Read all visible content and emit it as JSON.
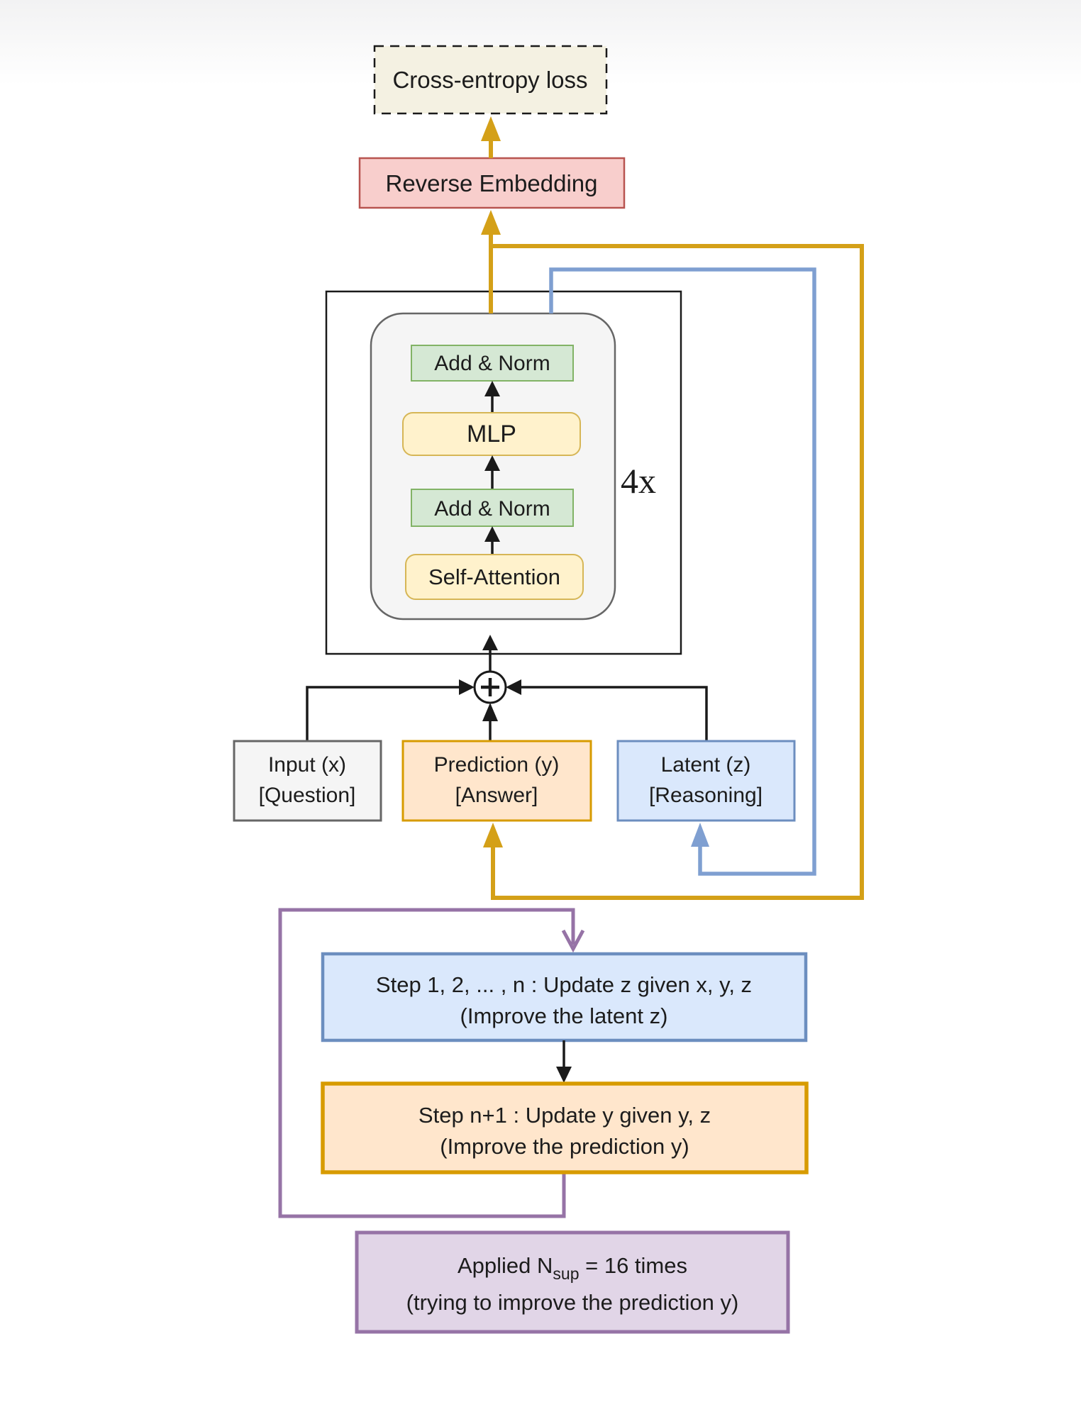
{
  "diagram": {
    "loss_box": {
      "label": "Cross-entropy loss"
    },
    "reverse_embedding": {
      "label": "Reverse Embedding"
    },
    "transformer_block": {
      "repeat_label": "4x",
      "add_norm_top": "Add & Norm",
      "mlp": "MLP",
      "add_norm_bottom": "Add & Norm",
      "self_attention": "Self-Attention"
    },
    "inputs": {
      "input": {
        "line1": "Input (x)",
        "line2": "[Question]"
      },
      "prediction": {
        "line1": "Prediction (y)",
        "line2": "[Answer]"
      },
      "latent": {
        "line1": "Latent (z)",
        "line2": "[Reasoning]"
      }
    },
    "steps": {
      "update_z": {
        "line1": "Step 1, 2, ... , n : Update z given x, y, z",
        "line2": "(Improve the latent z)"
      },
      "update_y": {
        "line1": "Step n+1 : Update y given y, z",
        "line2": "(Improve the prediction y)"
      }
    },
    "applied": {
      "pre": "Applied N",
      "sub": "sup",
      "post": " = 16 times",
      "line2": "(trying to improve the prediction y)"
    }
  },
  "colors": {
    "gold_line": "#d4a018",
    "blue_line": "#7f9fd1",
    "purple_line": "#9673a6",
    "ink": "#1a1a1a",
    "pink_fill": "#f8cecc",
    "pink_border": "#b85450",
    "green_fill": "#d5e8d4",
    "green_border": "#82b366",
    "yellow_fill": "#fff2cc",
    "yellow_border": "#d6b656",
    "peach_fill": "#ffe6cc",
    "orange_border": "#d79b00",
    "blue_fill": "#dae8fc",
    "blue_border": "#6c8ebf",
    "purple_fill": "#e1d5e7",
    "purple_border": "#9673a6",
    "gray_fill": "#f5f5f5",
    "gray_border": "#666666",
    "cream_fill": "#f4f1e2"
  }
}
